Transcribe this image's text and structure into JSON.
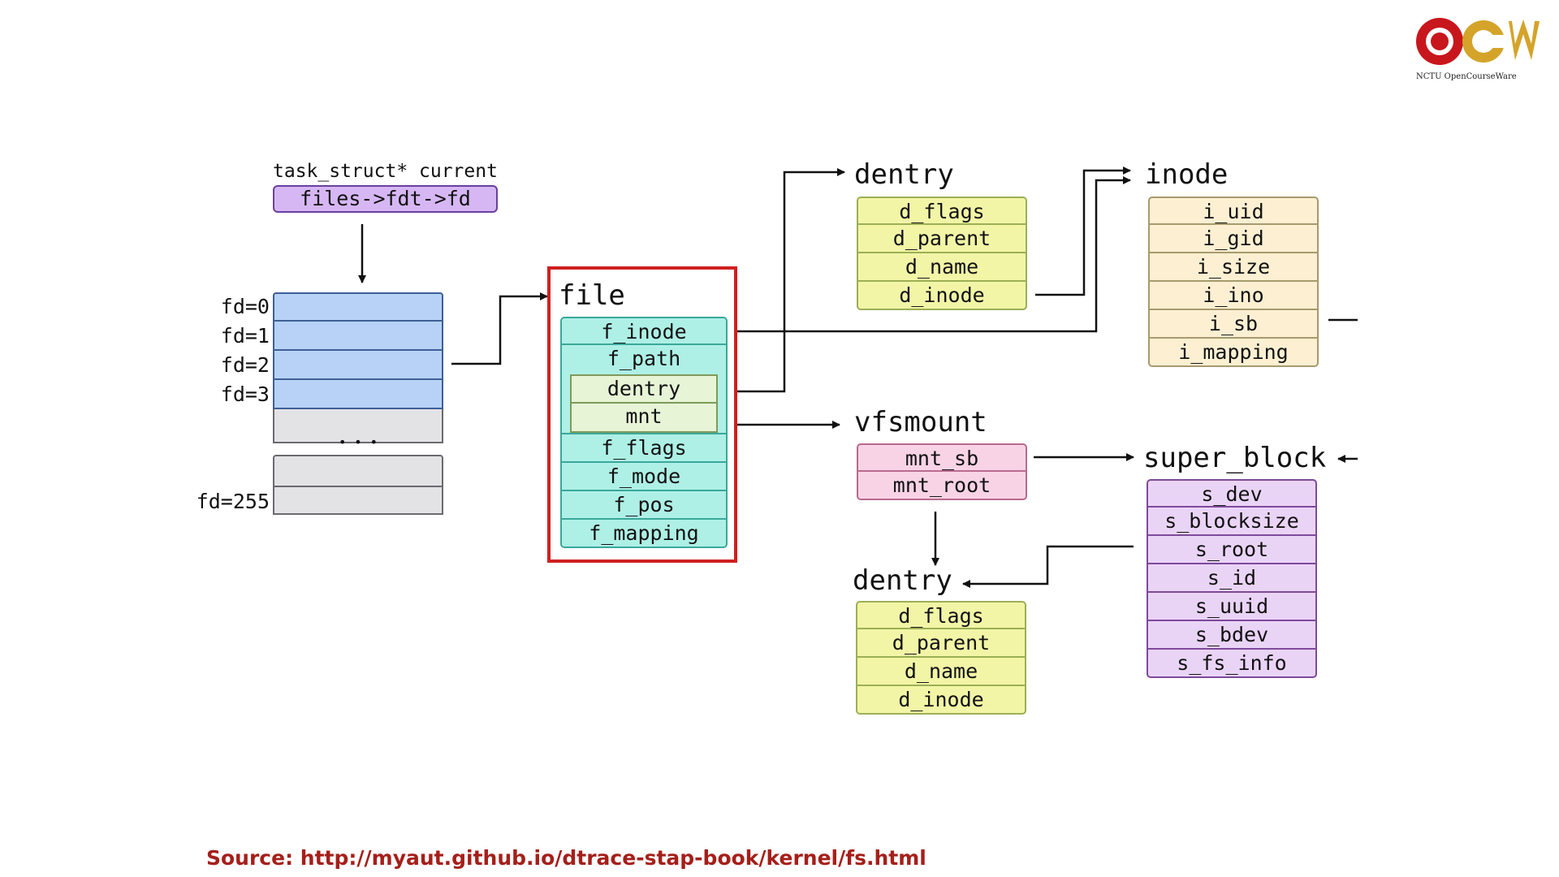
{
  "task": {
    "title": "task_struct* current",
    "box": "files->fdt->fd"
  },
  "fd_table": {
    "labels": [
      "fd=0",
      "fd=1",
      "fd=2",
      "fd=3",
      "fd=255"
    ],
    "ellipsis": "• • •"
  },
  "file": {
    "title": "file",
    "fields": [
      "f_inode",
      "f_path",
      "dentry",
      "mnt",
      "f_flags",
      "f_mode",
      "f_pos",
      "f_mapping"
    ]
  },
  "dentry_top": {
    "title": "dentry",
    "fields": [
      "d_flags",
      "d_parent",
      "d_name",
      "d_inode"
    ]
  },
  "inode": {
    "title": "inode",
    "fields": [
      "i_uid",
      "i_gid",
      "i_size",
      "i_ino",
      "i_sb",
      "i_mapping"
    ]
  },
  "vfsmount": {
    "title": "vfsmount",
    "fields": [
      "mnt_sb",
      "mnt_root"
    ]
  },
  "super_block": {
    "title": "super_block",
    "fields": [
      "s_dev",
      "s_blocksize",
      "s_root",
      "s_id",
      "s_uuid",
      "s_bdev",
      "s_fs_info"
    ]
  },
  "dentry_bottom": {
    "title": "dentry",
    "fields": [
      "d_flags",
      "d_parent",
      "d_name",
      "d_inode"
    ]
  },
  "source": "Source: http://myaut.github.io/dtrace-stap-book/kernel/fs.html",
  "logo": {
    "caption": "NCTU OpenCourseWare",
    "colors": {
      "red": "#c8161d",
      "gold": "#d4a42a"
    }
  },
  "colors": {
    "frame_red": "#d02020",
    "fd_blue": "#b7d2f6",
    "dentry_yellow": "#f2f5a6",
    "inode_cream": "#fdf0d2",
    "vfs_pink": "#f8d3e6",
    "sb_purple": "#ead4f6",
    "file_cyan": "#aef0e6",
    "task_purple": "#d6b7f3"
  }
}
